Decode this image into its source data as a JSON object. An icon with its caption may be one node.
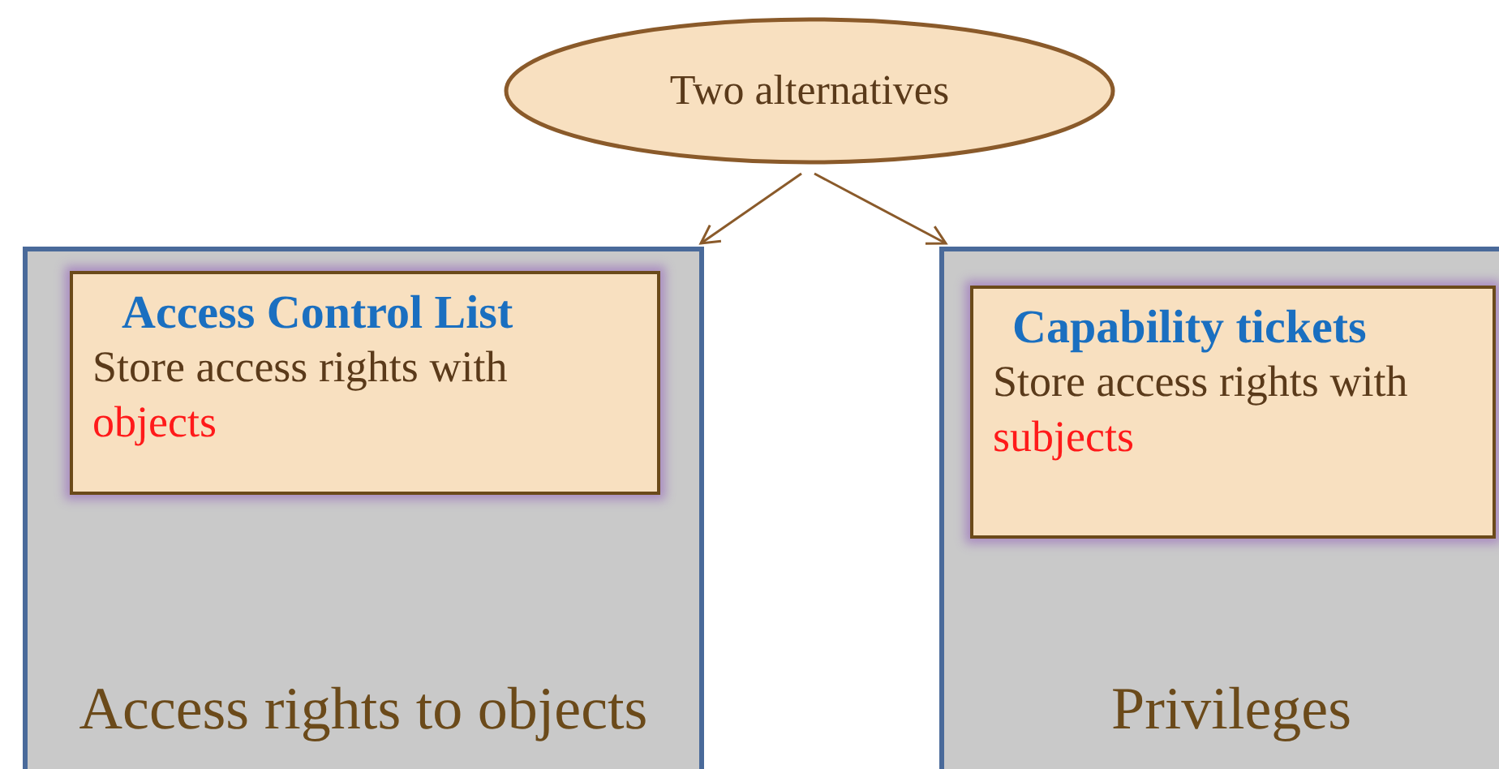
{
  "diagram": {
    "nodes": [
      {
        "text": [
          "Two alternatives"
        ]
      },
      {
        "text": [
          "Access rights to objects"
        ]
      },
      {
        "text": [
          "Access Control List",
          "Store access rights with objects"
        ],
        "in": 1
      },
      {
        "text": [
          "Privileges"
        ]
      },
      {
        "text": [
          "Capability tickets",
          "Store access rights with subjects"
        ],
        "in": 3
      }
    ],
    "edges": [
      {
        "from": 0,
        "to": 1,
        "arrow": "to"
      },
      {
        "from": 0,
        "to": 3,
        "arrow": "to"
      }
    ]
  }
}
